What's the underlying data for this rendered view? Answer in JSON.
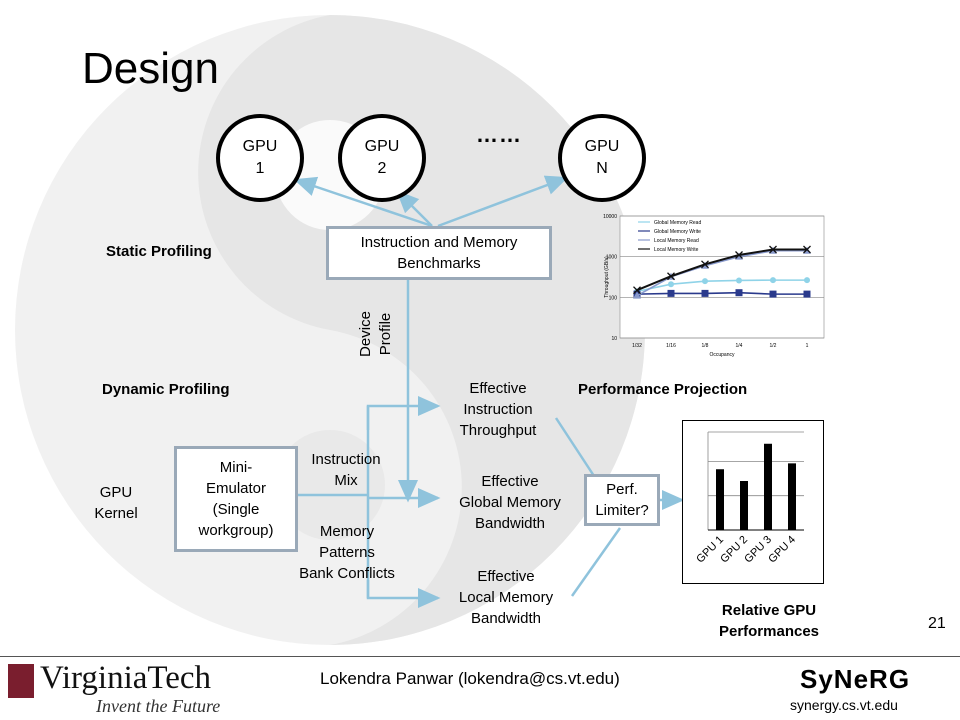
{
  "title": "Design",
  "gpus": [
    "GPU\n1",
    "GPU\n2",
    "GPU\nN"
  ],
  "ellipsis": "……",
  "sections": {
    "static": "Static Profiling",
    "dynamic": "Dynamic Profiling",
    "projection": "Performance Projection"
  },
  "boxes": {
    "benchmarks": "Instruction and Memory\nBenchmarks",
    "emulator": "Mini-\nEmulator\n(Single\nworkgroup)",
    "limiter": "Perf.\nLimiter?"
  },
  "labels": {
    "device_profile": "Device\nProfile",
    "gpu_kernel": "GPU\nKernel",
    "instruction_mix": "Instruction\nMix",
    "memory_patterns": "Memory\nPatterns\nBank Conflicts",
    "eff_instruction": "Effective\nInstruction\nThroughput",
    "eff_global": "Effective\nGlobal Memory\nBandwidth",
    "eff_local": "Effective\nLocal Memory\nBandwidth",
    "relative_perf": "Relative GPU\nPerformances"
  },
  "chart_data": [
    {
      "type": "line",
      "ylabel": "Throughput (GB/s)",
      "xlabel": "Occupancy",
      "x": [
        "1/32",
        "1/16",
        "1/8",
        "1/4",
        "1/2",
        "1"
      ],
      "yscale": "log",
      "ylim": [
        10,
        10000
      ],
      "yticks": [
        "10",
        "100",
        "1000",
        "10000"
      ],
      "series": [
        {
          "name": "Global Memory Read",
          "values": [
            140,
            210,
            250,
            260,
            265,
            265
          ]
        },
        {
          "name": "Global Memory Write",
          "values": [
            120,
            125,
            125,
            130,
            120,
            120
          ]
        },
        {
          "name": "Local Memory Read",
          "values": [
            110,
            320,
            600,
            1000,
            1400,
            1400
          ]
        },
        {
          "name": "Local Memory Write",
          "values": [
            150,
            330,
            650,
            1100,
            1500,
            1500
          ]
        }
      ],
      "colors": [
        "#8fd3e8",
        "#2a3a8c",
        "#8899cc",
        "#111111"
      ],
      "legend": "top-left"
    },
    {
      "type": "bar",
      "categories": [
        "GPU 1",
        "GPU 2",
        "GPU 3",
        "GPU 4"
      ],
      "values": [
        0.62,
        0.5,
        0.88,
        0.68
      ],
      "ylim": [
        0,
        1
      ],
      "grid": true
    }
  ],
  "footer": {
    "org": "VirginiaTech",
    "org_sub": "Invent the Future",
    "author": "Lokendra Panwar (lokendra@cs.vt.edu)",
    "brand": "SyNeRG",
    "url": "synergy.cs.vt.edu",
    "page": "21"
  }
}
